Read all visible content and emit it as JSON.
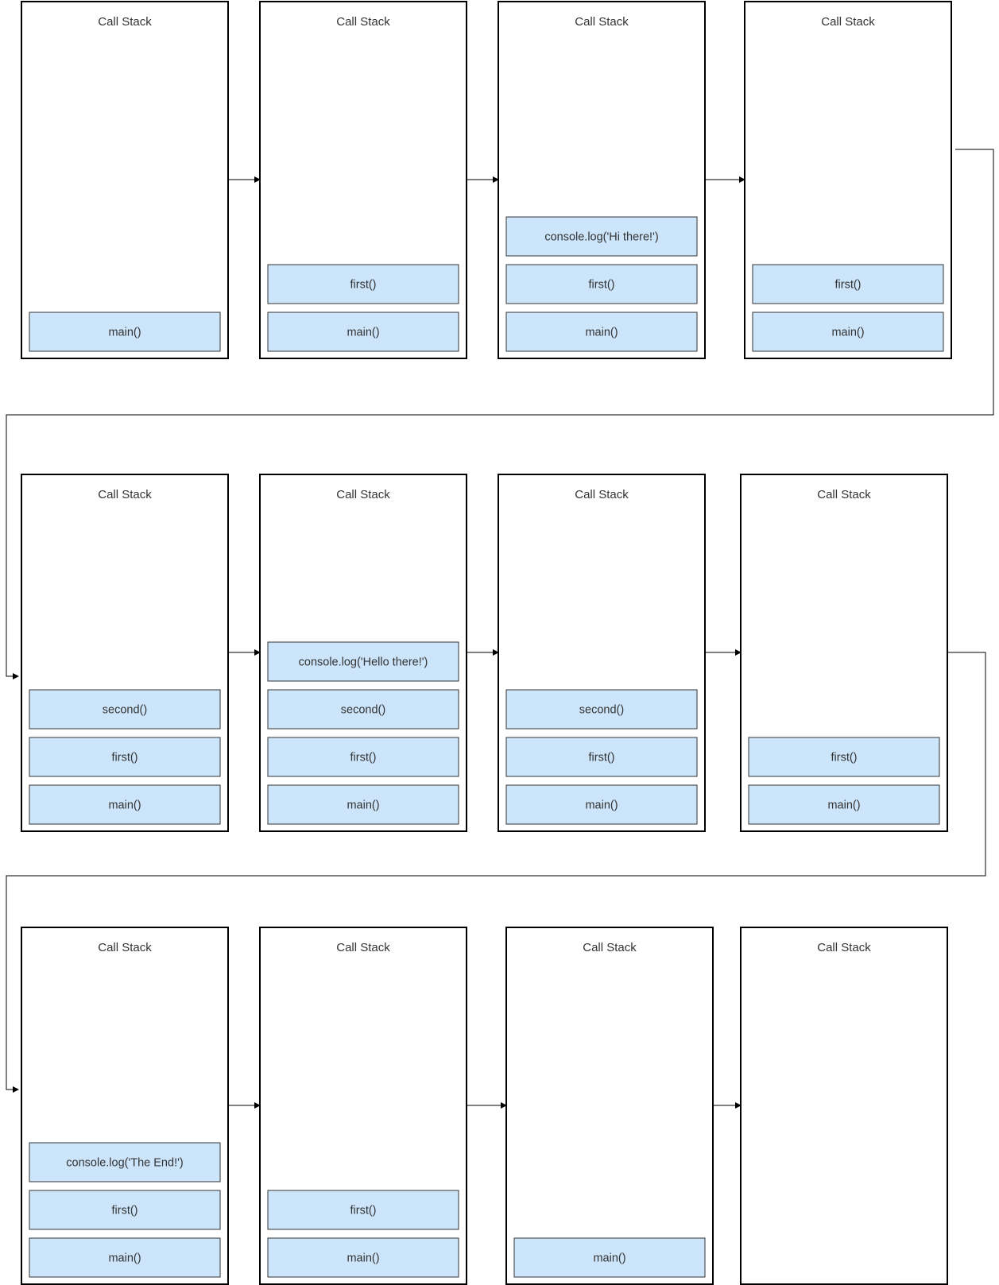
{
  "steps": [
    {
      "title": "Call Stack",
      "frames": [
        "main()"
      ]
    },
    {
      "title": "Call Stack",
      "frames": [
        "main()",
        "first()"
      ]
    },
    {
      "title": "Call Stack",
      "frames": [
        "main()",
        "first()",
        "console.log('Hi there!')"
      ]
    },
    {
      "title": "Call Stack",
      "frames": [
        "main()",
        "first()"
      ]
    },
    {
      "title": "Call Stack",
      "frames": [
        "main()",
        "first()",
        "second()"
      ]
    },
    {
      "title": "Call Stack",
      "frames": [
        "main()",
        "first()",
        "second()",
        "console.log('Hello there!')"
      ]
    },
    {
      "title": "Call Stack",
      "frames": [
        "main()",
        "first()",
        "second()"
      ]
    },
    {
      "title": "Call Stack",
      "frames": [
        "main()",
        "first()"
      ]
    },
    {
      "title": "Call Stack",
      "frames": [
        "main()",
        "first()",
        "console.log('The End!')"
      ]
    },
    {
      "title": "Call Stack",
      "frames": [
        "main()",
        "first()"
      ]
    },
    {
      "title": "Call Stack",
      "frames": [
        "main()"
      ]
    },
    {
      "title": "Call Stack",
      "frames": []
    }
  ],
  "colors": {
    "frame_fill": "#cce5fb",
    "frame_stroke": "#333333",
    "stack_stroke": "#000000",
    "arrow": "#000000",
    "text": "#333333"
  }
}
